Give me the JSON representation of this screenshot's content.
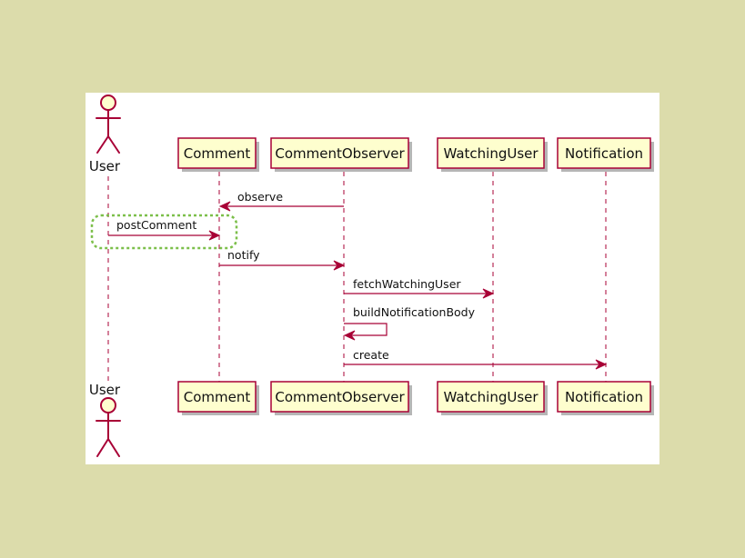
{
  "diagram": {
    "actor": {
      "label": "User",
      "icon": "stick-figure-actor-icon"
    },
    "participants": [
      {
        "id": "comment",
        "label": "Comment"
      },
      {
        "id": "comment-observer",
        "label": "CommentObserver"
      },
      {
        "id": "watching-user",
        "label": "WatchingUser"
      },
      {
        "id": "notification",
        "label": "Notification"
      }
    ],
    "messages": [
      {
        "from": "CommentObserver",
        "to": "Comment",
        "label": "observe"
      },
      {
        "from": "User",
        "to": "Comment",
        "label": "postComment",
        "highlighted": true
      },
      {
        "from": "Comment",
        "to": "CommentObserver",
        "label": "notify"
      },
      {
        "from": "CommentObserver",
        "to": "WatchingUser",
        "label": "fetchWatchingUser"
      },
      {
        "from": "CommentObserver",
        "to": "CommentObserver",
        "label": "buildNotificationBody"
      },
      {
        "from": "CommentObserver",
        "to": "Notification",
        "label": "create"
      }
    ]
  },
  "colors": {
    "background": "#dcdcab",
    "canvas": "#ffffff",
    "border": "#a80036",
    "participant_fill": "#fefece",
    "highlight": "#7cbf4a"
  }
}
